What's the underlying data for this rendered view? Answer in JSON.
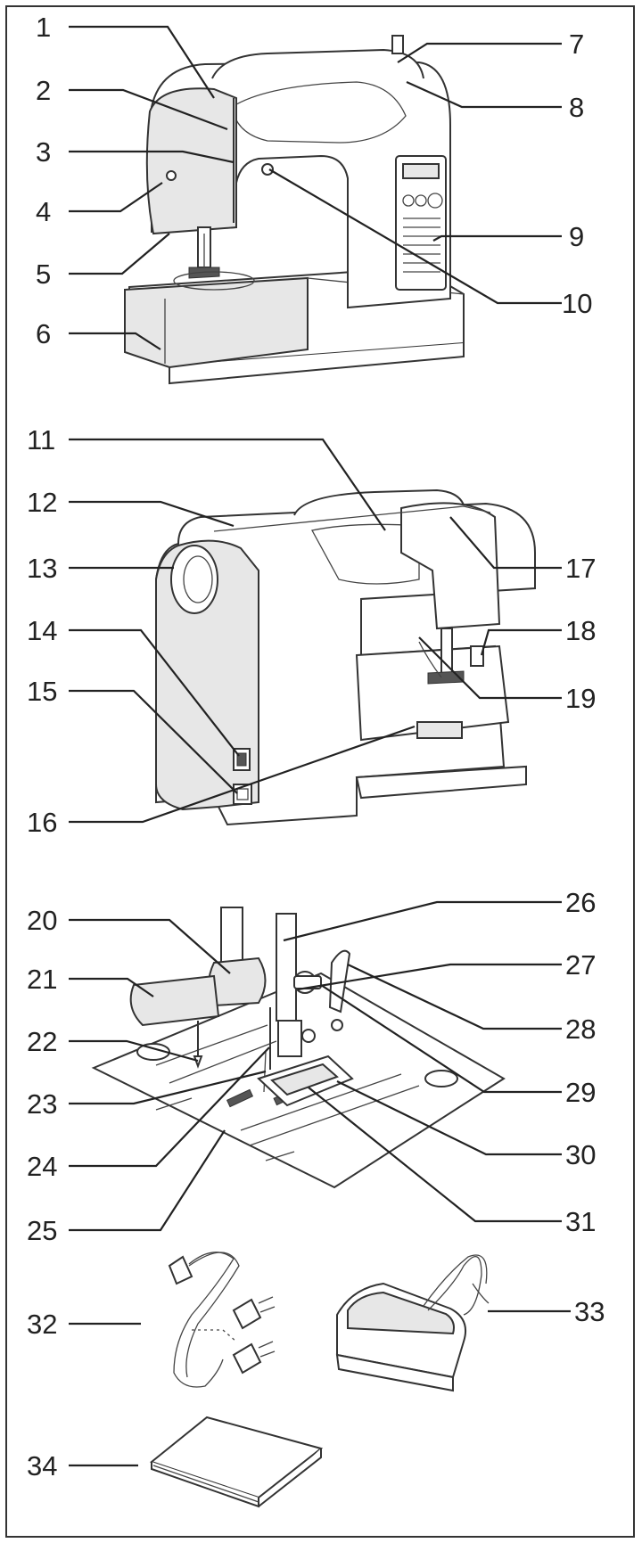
{
  "callouts": [
    {
      "n": "1"
    },
    {
      "n": "2"
    },
    {
      "n": "3"
    },
    {
      "n": "4"
    },
    {
      "n": "5"
    },
    {
      "n": "6"
    },
    {
      "n": "7"
    },
    {
      "n": "8"
    },
    {
      "n": "9"
    },
    {
      "n": "10"
    },
    {
      "n": "11"
    },
    {
      "n": "12"
    },
    {
      "n": "13"
    },
    {
      "n": "14"
    },
    {
      "n": "15"
    },
    {
      "n": "16"
    },
    {
      "n": "17"
    },
    {
      "n": "18"
    },
    {
      "n": "19"
    },
    {
      "n": "20"
    },
    {
      "n": "21"
    },
    {
      "n": "22"
    },
    {
      "n": "23"
    },
    {
      "n": "24"
    },
    {
      "n": "25"
    },
    {
      "n": "26"
    },
    {
      "n": "27"
    },
    {
      "n": "28"
    },
    {
      "n": "29"
    },
    {
      "n": "30"
    },
    {
      "n": "31"
    },
    {
      "n": "32"
    },
    {
      "n": "33"
    },
    {
      "n": "34"
    }
  ]
}
